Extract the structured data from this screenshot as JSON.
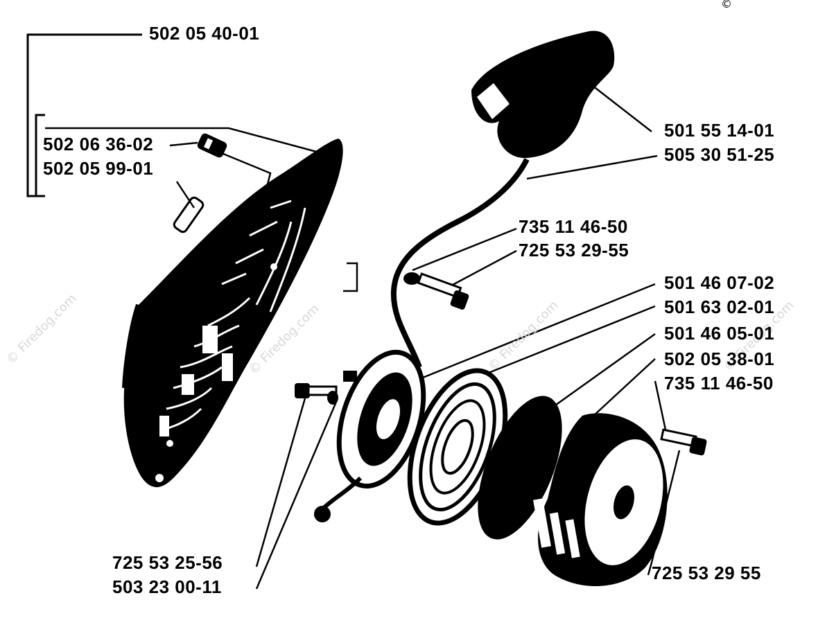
{
  "watermark": {
    "text": "© Firedog.com",
    "copyright_symbol": "©"
  },
  "parts": {
    "cover_assembly": "502 05 40-01",
    "stud": "502 06 36-02",
    "spring_pin": "502 05 99-01",
    "handle": "501 55 14-01",
    "starter_cord": "505 30 51-25",
    "washer_top": "735 11 46-50",
    "screw_top": "725 53 29-55",
    "pulley": "501 46 07-02",
    "spring_cassette": "501 63 02-01",
    "screen": "501 46 05-01",
    "flywheel_pawl": "502 05 38-01",
    "washer_right": "735 11 46-50",
    "screw_left": "725 53 25-56",
    "washer_left": "503 23 00-11",
    "screw_bottom_right": "725 53 29 55"
  },
  "colors": {
    "ink": "#000000",
    "paper": "#ffffff",
    "watermark": "#d7d7d7"
  }
}
